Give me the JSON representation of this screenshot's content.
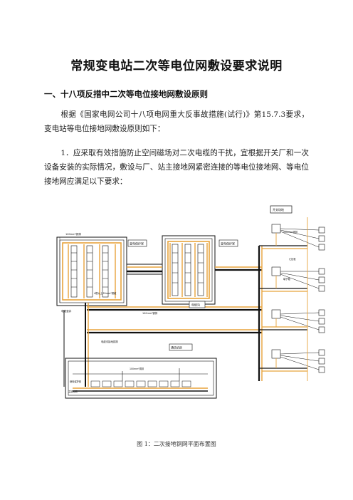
{
  "document": {
    "title": "常规变电站二次等电位网敷设要求说明",
    "section_heading": "一、十八项反措中二次等电位接地网敷设原则",
    "paragraph_1": "根据《国家电网公司十八项电网重大反事故措施(试行)》第15.7.3要求，变电站等电位接地网敷设原则如下：",
    "paragraph_2": "1．应采取有效措施防止空间磁场对二次电缆的干扰，宜根据开关厂和一次设备安装的实际情况，敷设与厂、站主接地网紧密连接的等电位接地网、等电位接地网应满足以下要求：",
    "figure_caption": "图 1：二次接地铜网平面布置图"
  },
  "figure": {
    "labels": {
      "switchyard": "开关场地",
      "protection_room_1": "变电保护室",
      "protection_room_2": "变电保护室",
      "relay_room": "继电保护室",
      "cable_trench": "电缆沟",
      "copper_bar_100": "100mm²铜排",
      "copper_bar_note": "4根以上35mm²铜缆",
      "cable_shaft": "电缆竖井",
      "communication_room": "通信机房",
      "cable_trench_ground": "电缆沟接地铜排",
      "main_ground_grid": "主接地网",
      "junction_box": "端子箱",
      "terminal_box": "汇控柜"
    },
    "colors": {
      "line": "#111111",
      "orange": "#e8a33b",
      "box": "#888888"
    }
  }
}
